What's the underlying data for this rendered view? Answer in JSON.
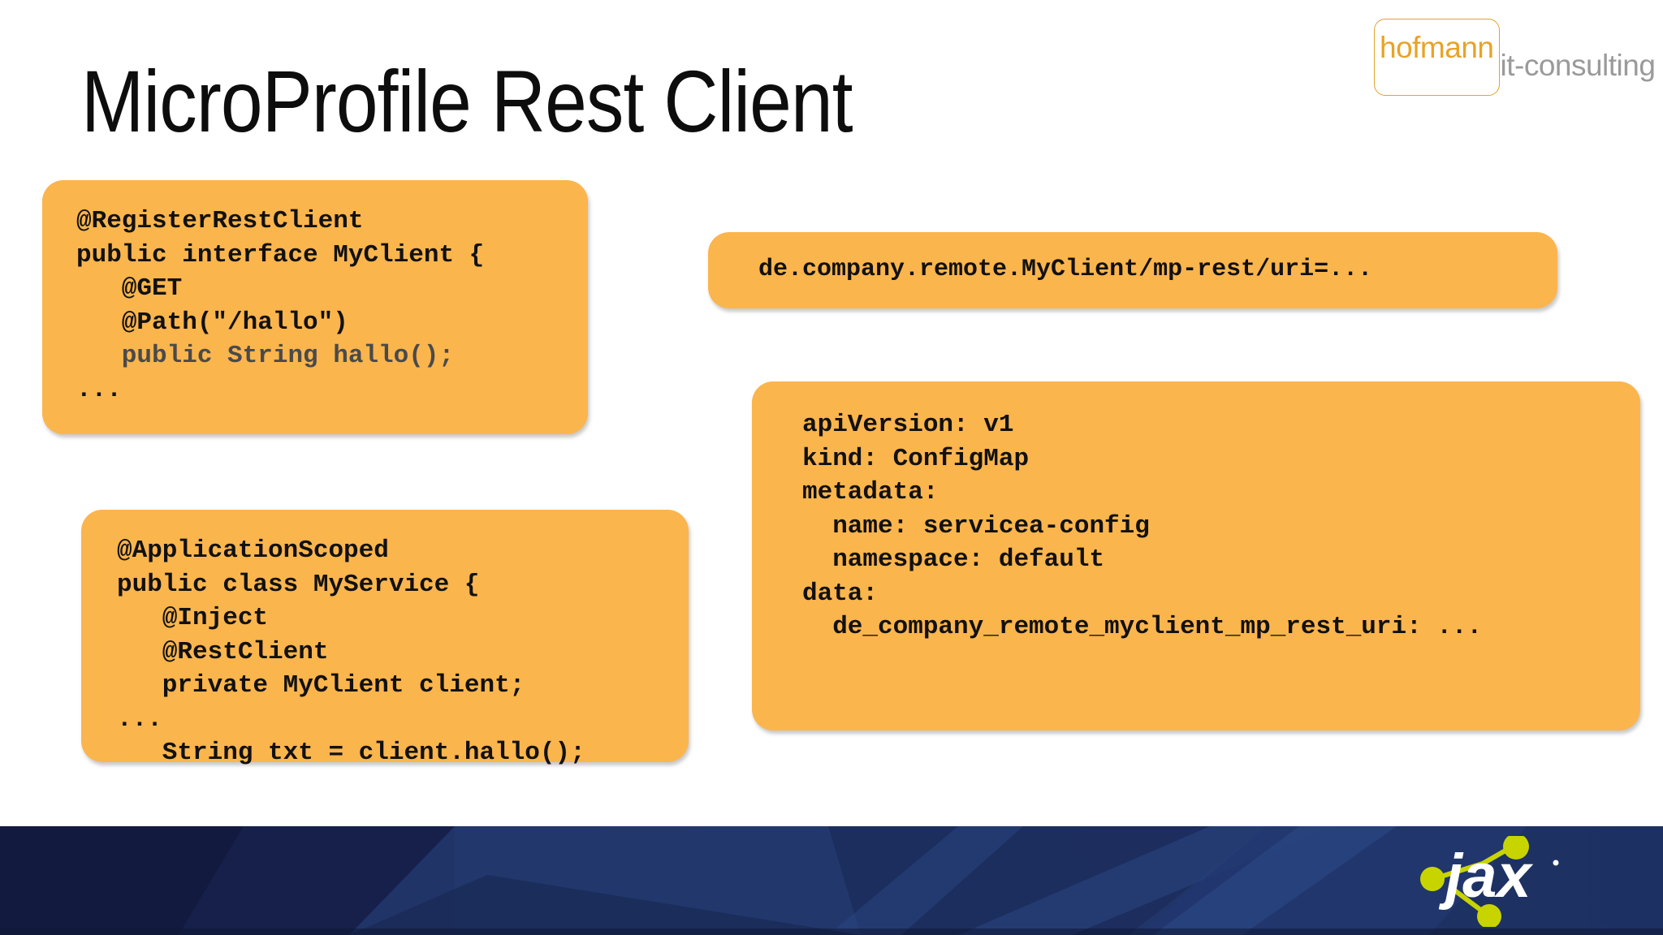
{
  "slide": {
    "title": "MicroProfile Rest Client",
    "background_color": "#ffffff",
    "code_box_color": "#FBB54D"
  },
  "logo": {
    "brand": "hofmann",
    "suffix": "it-consulting",
    "brand_color": "#E8A326",
    "suffix_color": "#9a9a9a"
  },
  "code_boxes": {
    "rest_client": {
      "name": "rest-client-interface",
      "lines": [
        "@RegisterRestClient",
        "public interface MyClient {",
        "   @GET",
        "   @Path(\"/hallo\")",
        "   public String hallo();",
        "..."
      ],
      "dim_line_indexes": [
        4
      ]
    },
    "service": {
      "name": "service-class",
      "lines": [
        "@ApplicationScoped",
        "public class MyService {",
        "   @Inject",
        "   @RestClient",
        "   private MyClient client;",
        "...",
        "   String txt = client.hallo();"
      ],
      "dim_line_indexes": []
    },
    "property": {
      "name": "mp-config-property",
      "lines": [
        "de.company.remote.MyClient/mp-rest/uri=..."
      ],
      "dim_line_indexes": []
    },
    "configmap": {
      "name": "kubernetes-configmap",
      "lines": [
        "apiVersion: v1",
        "kind: ConfigMap",
        "metadata:",
        "  name: servicea-config",
        "  namespace: default",
        "data:",
        "  de_company_remote_myclient_mp_rest_uri: ..."
      ],
      "dim_line_indexes": []
    }
  },
  "banner": {
    "background_color": "#1f3a6e",
    "jax_logo_text": "jax",
    "jax_dot_color": "#C8D400",
    "jax_text_color": "#ffffff",
    "jax_trademark": "·"
  }
}
